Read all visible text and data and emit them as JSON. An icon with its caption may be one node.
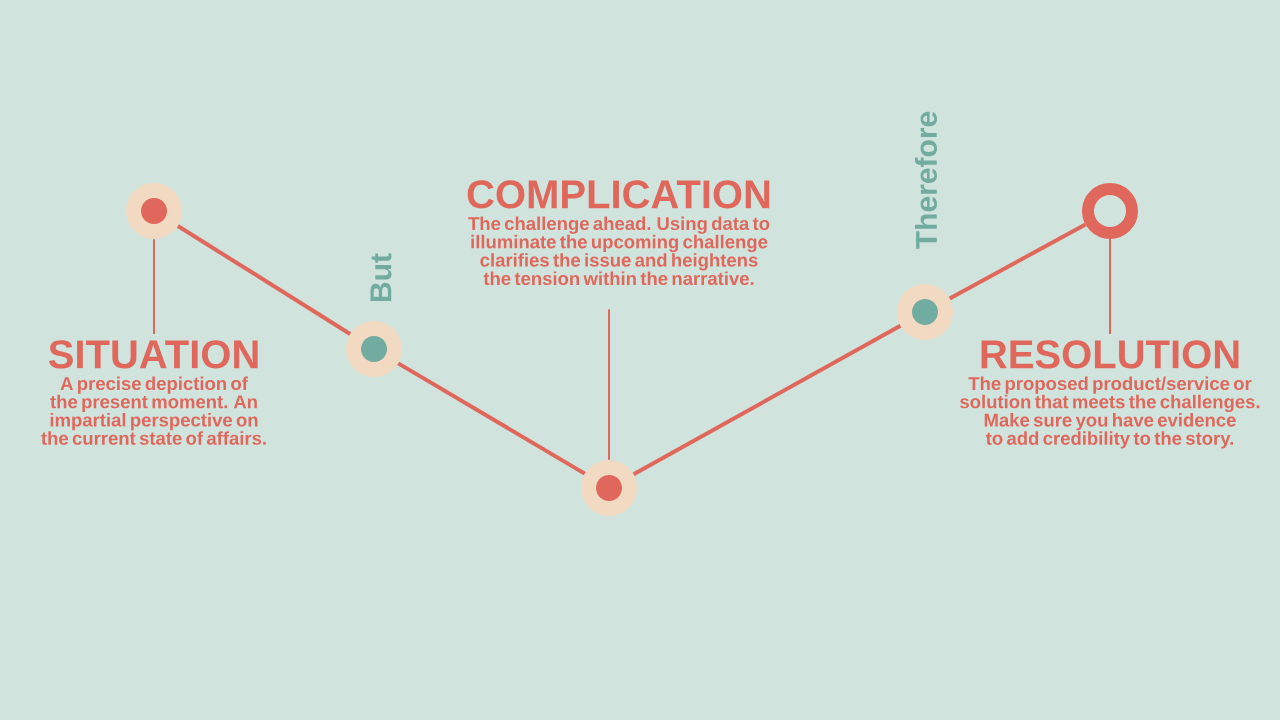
{
  "diagram": {
    "nodes": [
      {
        "text": [],
        "shape": "circle"
      },
      {
        "text": [],
        "shape": "circle",
        "beside": [
          "But"
        ]
      },
      {
        "text": [],
        "shape": "circle"
      },
      {
        "text": [],
        "shape": "circle",
        "beside": [
          "Therefore"
        ]
      },
      {
        "text": [],
        "shape": "ring"
      },
      {
        "text": [
          "SITUATION",
          "A precise depiction of the present moment. An impartial perspective on the current state of affairs."
        ]
      },
      {
        "text": [
          "COMPLICATION",
          "The challenge ahead. Using data to illuminate the upcoming challenge clarifies the issue and heightens the tension within the narrative."
        ]
      },
      {
        "text": [
          "RESOLUTION",
          "The proposed product/service or solution that meets the challenges. Make sure you have evidence to add credibility to the story."
        ]
      }
    ],
    "edges": [
      {
        "from": 0,
        "to": 1,
        "arrow": "none"
      },
      {
        "from": 1,
        "to": 2,
        "arrow": "none"
      },
      {
        "from": 2,
        "to": 3,
        "arrow": "none"
      },
      {
        "from": 3,
        "to": 4,
        "arrow": "none"
      },
      {
        "from": 0,
        "to": 5,
        "arrow": "none"
      },
      {
        "from": 2,
        "to": 6,
        "arrow": "none"
      },
      {
        "from": 4,
        "to": 7,
        "arrow": "none"
      }
    ]
  }
}
